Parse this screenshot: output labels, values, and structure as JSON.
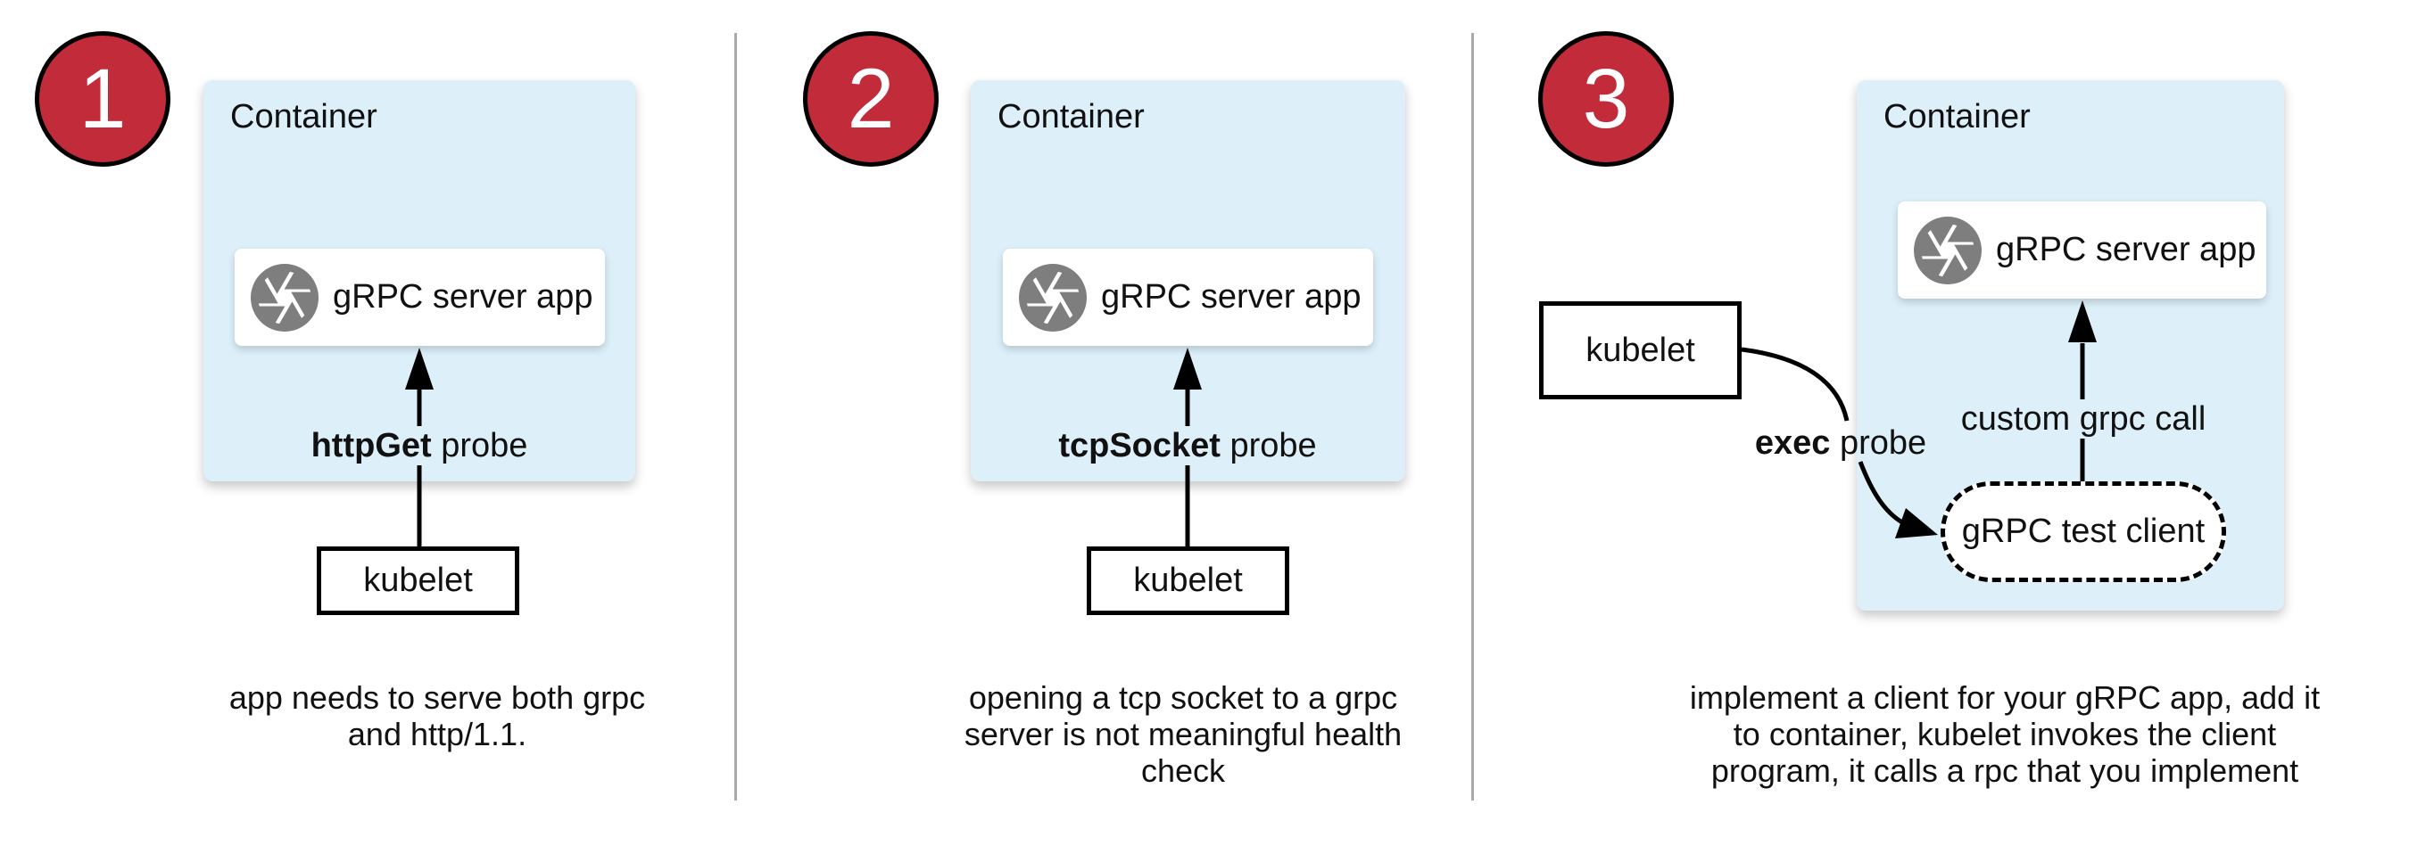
{
  "colors": {
    "accent_red": "#c22b3a",
    "container_blue": "#ddf0fa",
    "icon_gray": "#7e7e7e",
    "divider_gray": "#a9a9a9"
  },
  "panels": [
    {
      "number": "1",
      "container_label": "Container",
      "app_icon": "aperture-icon",
      "app_label": "gRPC server app",
      "probe_label_bold": "httpGet",
      "probe_label_rest": " probe",
      "kubelet_label": "kubelet",
      "caption_lines": [
        "app needs to serve both grpc",
        "and http/1.1."
      ]
    },
    {
      "number": "2",
      "container_label": "Container",
      "app_icon": "aperture-icon",
      "app_label": "gRPC server app",
      "probe_label_bold": "tcpSocket",
      "probe_label_rest": " probe",
      "kubelet_label": "kubelet",
      "caption_lines": [
        "opening a tcp socket to a grpc",
        "server is not meaningful health",
        "check"
      ]
    },
    {
      "number": "3",
      "container_label": "Container",
      "app_icon": "aperture-icon",
      "app_label": "gRPC server app",
      "probe_label_bold": "exec",
      "probe_label_rest": " probe",
      "kubelet_label": "kubelet",
      "test_client_label": "gRPC test client",
      "call_label": "custom grpc call",
      "caption_lines": [
        "implement a client for your gRPC app, add it",
        "to container, kubelet invokes the client",
        "program, it calls a rpc that you implement"
      ]
    }
  ]
}
